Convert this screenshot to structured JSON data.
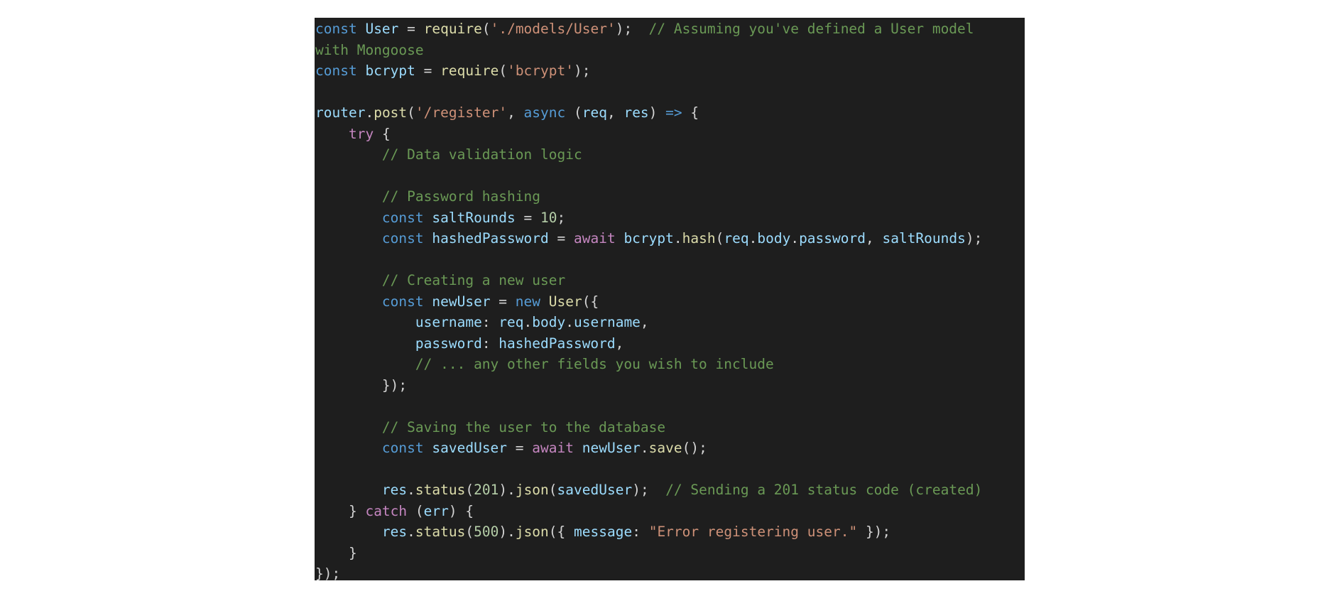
{
  "editor": {
    "theme_colors": {
      "background": "#1e1e1e",
      "plain": "#d4d4d4",
      "keyword": "#569cd6",
      "control": "#c586c0",
      "variable": "#9cdcfe",
      "function": "#dcdcaa",
      "string": "#ce9178",
      "number": "#b5cea8",
      "comment": "#6a9955"
    },
    "lines": [
      [
        [
          "kw",
          "const"
        ],
        [
          "plain",
          " "
        ],
        [
          "var",
          "User"
        ],
        [
          "plain",
          " = "
        ],
        [
          "fn",
          "require"
        ],
        [
          "plain",
          "("
        ],
        [
          "str",
          "'./models/User'"
        ],
        [
          "plain",
          ");  "
        ],
        [
          "comment",
          "// Assuming you've defined a User model"
        ]
      ],
      [
        [
          "comment",
          "with Mongoose"
        ]
      ],
      [
        [
          "kw",
          "const"
        ],
        [
          "plain",
          " "
        ],
        [
          "var",
          "bcrypt"
        ],
        [
          "plain",
          " = "
        ],
        [
          "fn",
          "require"
        ],
        [
          "plain",
          "("
        ],
        [
          "str",
          "'bcrypt'"
        ],
        [
          "plain",
          ");"
        ]
      ],
      [],
      [
        [
          "var",
          "router"
        ],
        [
          "plain",
          "."
        ],
        [
          "fn",
          "post"
        ],
        [
          "plain",
          "("
        ],
        [
          "str",
          "'/register'"
        ],
        [
          "plain",
          ", "
        ],
        [
          "kw",
          "async"
        ],
        [
          "plain",
          " ("
        ],
        [
          "var",
          "req"
        ],
        [
          "plain",
          ", "
        ],
        [
          "var",
          "res"
        ],
        [
          "plain",
          ") "
        ],
        [
          "kw",
          "=>"
        ],
        [
          "plain",
          " {"
        ]
      ],
      [
        [
          "plain",
          "    "
        ],
        [
          "ctrl",
          "try"
        ],
        [
          "plain",
          " {"
        ]
      ],
      [
        [
          "plain",
          "        "
        ],
        [
          "comment",
          "// Data validation logic"
        ]
      ],
      [],
      [
        [
          "plain",
          "        "
        ],
        [
          "comment",
          "// Password hashing"
        ]
      ],
      [
        [
          "plain",
          "        "
        ],
        [
          "kw",
          "const"
        ],
        [
          "plain",
          " "
        ],
        [
          "var",
          "saltRounds"
        ],
        [
          "plain",
          " = "
        ],
        [
          "num",
          "10"
        ],
        [
          "plain",
          ";"
        ]
      ],
      [
        [
          "plain",
          "        "
        ],
        [
          "kw",
          "const"
        ],
        [
          "plain",
          " "
        ],
        [
          "var",
          "hashedPassword"
        ],
        [
          "plain",
          " = "
        ],
        [
          "ctrl",
          "await"
        ],
        [
          "plain",
          " "
        ],
        [
          "var",
          "bcrypt"
        ],
        [
          "plain",
          "."
        ],
        [
          "fn",
          "hash"
        ],
        [
          "plain",
          "("
        ],
        [
          "var",
          "req"
        ],
        [
          "plain",
          "."
        ],
        [
          "var",
          "body"
        ],
        [
          "plain",
          "."
        ],
        [
          "var",
          "password"
        ],
        [
          "plain",
          ", "
        ],
        [
          "var",
          "saltRounds"
        ],
        [
          "plain",
          ");"
        ]
      ],
      [],
      [
        [
          "plain",
          "        "
        ],
        [
          "comment",
          "// Creating a new user"
        ]
      ],
      [
        [
          "plain",
          "        "
        ],
        [
          "kw",
          "const"
        ],
        [
          "plain",
          " "
        ],
        [
          "var",
          "newUser"
        ],
        [
          "plain",
          " = "
        ],
        [
          "kw",
          "new"
        ],
        [
          "plain",
          " "
        ],
        [
          "fn",
          "User"
        ],
        [
          "plain",
          "({"
        ]
      ],
      [
        [
          "plain",
          "            "
        ],
        [
          "var",
          "username"
        ],
        [
          "plain",
          ": "
        ],
        [
          "var",
          "req"
        ],
        [
          "plain",
          "."
        ],
        [
          "var",
          "body"
        ],
        [
          "plain",
          "."
        ],
        [
          "var",
          "username"
        ],
        [
          "plain",
          ","
        ]
      ],
      [
        [
          "plain",
          "            "
        ],
        [
          "var",
          "password"
        ],
        [
          "plain",
          ": "
        ],
        [
          "var",
          "hashedPassword"
        ],
        [
          "plain",
          ","
        ]
      ],
      [
        [
          "plain",
          "            "
        ],
        [
          "comment",
          "// ... any other fields you wish to include"
        ]
      ],
      [
        [
          "plain",
          "        });"
        ]
      ],
      [],
      [
        [
          "plain",
          "        "
        ],
        [
          "comment",
          "// Saving the user to the database"
        ]
      ],
      [
        [
          "plain",
          "        "
        ],
        [
          "kw",
          "const"
        ],
        [
          "plain",
          " "
        ],
        [
          "var",
          "savedUser"
        ],
        [
          "plain",
          " = "
        ],
        [
          "ctrl",
          "await"
        ],
        [
          "plain",
          " "
        ],
        [
          "var",
          "newUser"
        ],
        [
          "plain",
          "."
        ],
        [
          "fn",
          "save"
        ],
        [
          "plain",
          "();"
        ]
      ],
      [],
      [
        [
          "plain",
          "        "
        ],
        [
          "var",
          "res"
        ],
        [
          "plain",
          "."
        ],
        [
          "fn",
          "status"
        ],
        [
          "plain",
          "("
        ],
        [
          "num",
          "201"
        ],
        [
          "plain",
          ")."
        ],
        [
          "fn",
          "json"
        ],
        [
          "plain",
          "("
        ],
        [
          "var",
          "savedUser"
        ],
        [
          "plain",
          ");  "
        ],
        [
          "comment",
          "// Sending a 201 status code (created)"
        ]
      ],
      [
        [
          "plain",
          "    } "
        ],
        [
          "ctrl",
          "catch"
        ],
        [
          "plain",
          " ("
        ],
        [
          "var",
          "err"
        ],
        [
          "plain",
          ") {"
        ]
      ],
      [
        [
          "plain",
          "        "
        ],
        [
          "var",
          "res"
        ],
        [
          "plain",
          "."
        ],
        [
          "fn",
          "status"
        ],
        [
          "plain",
          "("
        ],
        [
          "num",
          "500"
        ],
        [
          "plain",
          ")."
        ],
        [
          "fn",
          "json"
        ],
        [
          "plain",
          "({ "
        ],
        [
          "var",
          "message"
        ],
        [
          "plain",
          ": "
        ],
        [
          "str",
          "\"Error registering user.\""
        ],
        [
          "plain",
          " });"
        ]
      ],
      [
        [
          "plain",
          "    }"
        ]
      ],
      [
        [
          "plain",
          "});"
        ]
      ]
    ]
  }
}
